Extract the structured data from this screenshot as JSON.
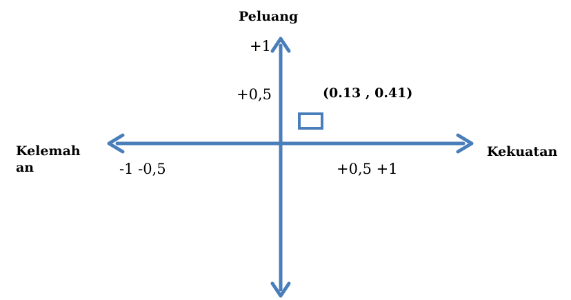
{
  "axes": {
    "top_label": "Peluang",
    "right_label": "Kekuatan",
    "left_label": "Kelemah an",
    "color": "#4a7ebb"
  },
  "ticks": {
    "top": "+1",
    "upper_mid": "+0,5",
    "negative": "-1 -0,5",
    "positive": "+0,5 +1"
  },
  "point": {
    "label": "(0.13 , 0.41)",
    "x": 0.13,
    "y": 0.41,
    "marker": "hollow-square"
  }
}
